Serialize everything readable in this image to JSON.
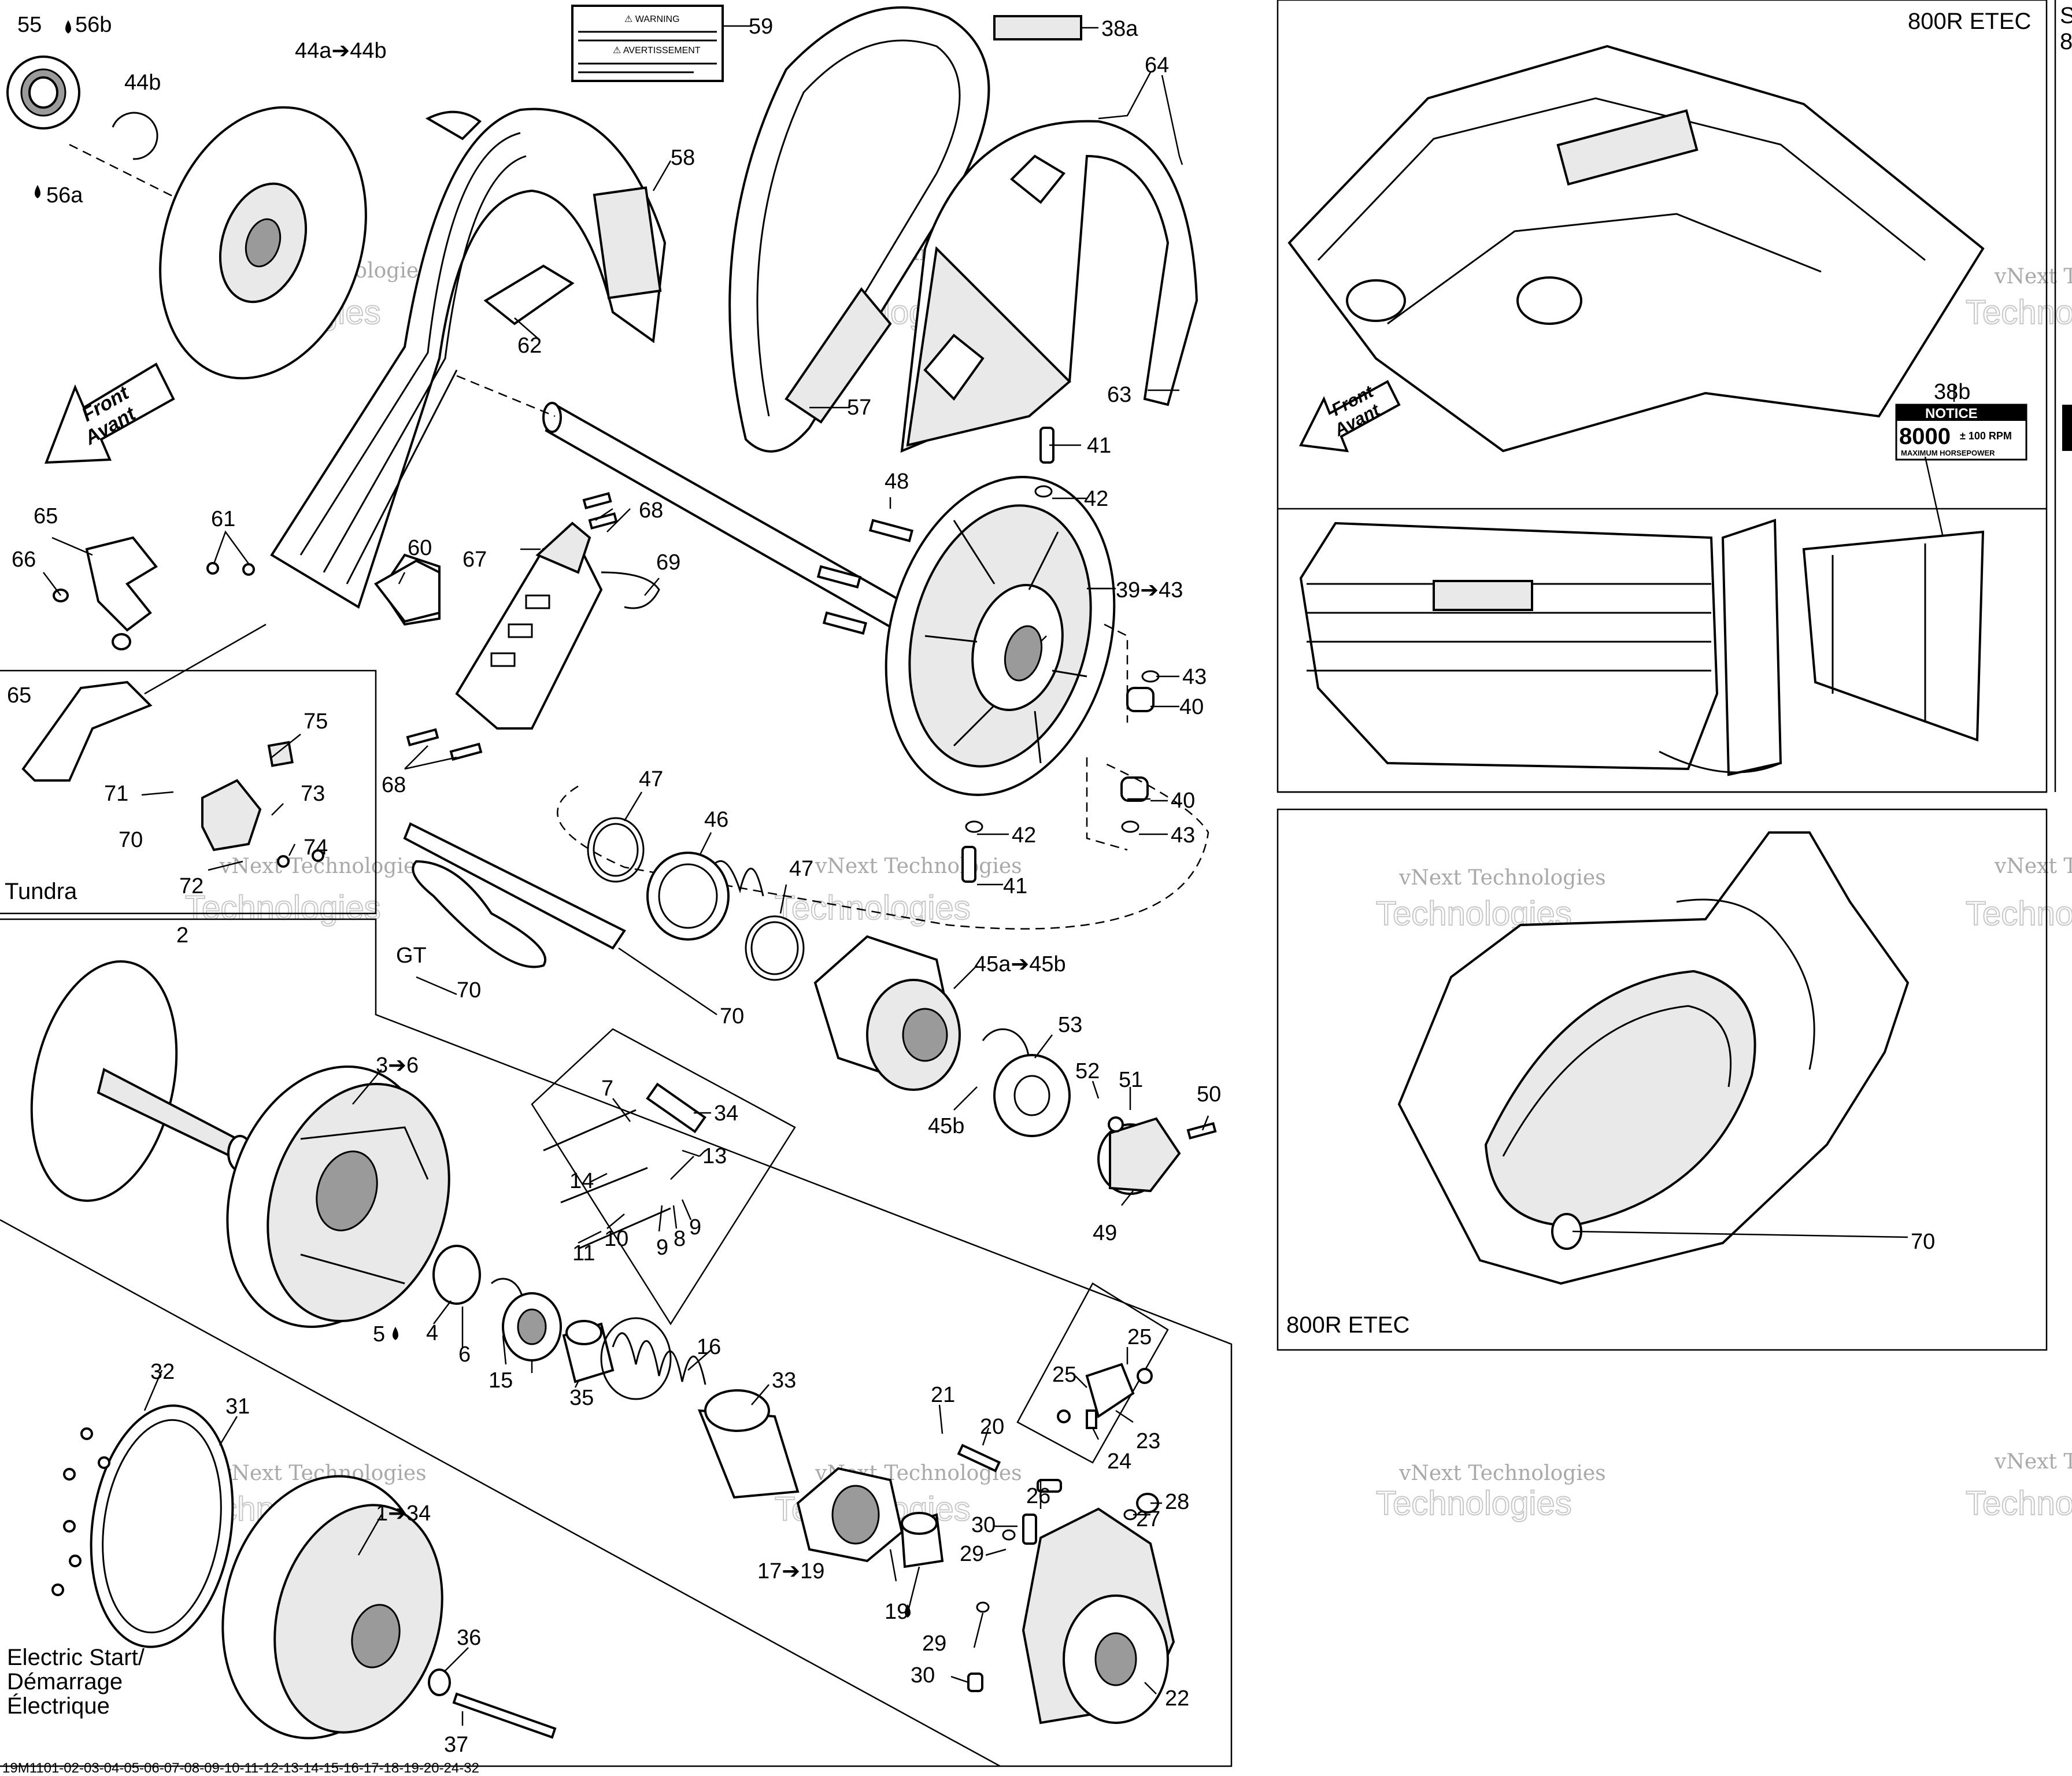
{
  "diagram": {
    "callouts": [
      {
        "id": "c55",
        "text": "55"
      },
      {
        "id": "c56b",
        "text": "56b"
      },
      {
        "id": "c56a",
        "text": "56a"
      },
      {
        "id": "c44a44b",
        "text": "44a➔44b"
      },
      {
        "id": "c44b",
        "text": "44b"
      },
      {
        "id": "c59",
        "text": "59"
      },
      {
        "id": "c38a",
        "text": "38a"
      },
      {
        "id": "c64",
        "text": "64"
      },
      {
        "id": "c58",
        "text": "58"
      },
      {
        "id": "c62",
        "text": "62"
      },
      {
        "id": "c57",
        "text": "57"
      },
      {
        "id": "c63",
        "text": "63"
      },
      {
        "id": "c41a",
        "text": "41"
      },
      {
        "id": "c42a",
        "text": "42"
      },
      {
        "id": "c48",
        "text": "48"
      },
      {
        "id": "c68a",
        "text": "68"
      },
      {
        "id": "c65a",
        "text": "65"
      },
      {
        "id": "c61",
        "text": "61"
      },
      {
        "id": "c60",
        "text": "60"
      },
      {
        "id": "c67",
        "text": "67"
      },
      {
        "id": "c69",
        "text": "69"
      },
      {
        "id": "c66",
        "text": "66"
      },
      {
        "id": "c3943",
        "text": "39➔43"
      },
      {
        "id": "c43a",
        "text": "43"
      },
      {
        "id": "c40a",
        "text": "40"
      },
      {
        "id": "c65b",
        "text": "65"
      },
      {
        "id": "c75",
        "text": "75"
      },
      {
        "id": "c71",
        "text": "71"
      },
      {
        "id": "c73",
        "text": "73"
      },
      {
        "id": "c70a",
        "text": "70"
      },
      {
        "id": "c74",
        "text": "74"
      },
      {
        "id": "c72",
        "text": "72"
      },
      {
        "id": "c68b",
        "text": "68"
      },
      {
        "id": "c47a",
        "text": "47"
      },
      {
        "id": "c46",
        "text": "46"
      },
      {
        "id": "c40b",
        "text": "40"
      },
      {
        "id": "c42b",
        "text": "42"
      },
      {
        "id": "c43b",
        "text": "43"
      },
      {
        "id": "c47b",
        "text": "47"
      },
      {
        "id": "c41b",
        "text": "41"
      },
      {
        "id": "c2",
        "text": "2"
      },
      {
        "id": "cGT",
        "text": "GT"
      },
      {
        "id": "c70b",
        "text": "70"
      },
      {
        "id": "c70c",
        "text": "70"
      },
      {
        "id": "c45a45b",
        "text": "45a➔45b"
      },
      {
        "id": "c53",
        "text": "53"
      },
      {
        "id": "c52",
        "text": "52"
      },
      {
        "id": "c51",
        "text": "51"
      },
      {
        "id": "c50",
        "text": "50"
      },
      {
        "id": "c45b",
        "text": "45b"
      },
      {
        "id": "c36a",
        "text": "3➔6"
      },
      {
        "id": "c7",
        "text": "7"
      },
      {
        "id": "c34a",
        "text": "34"
      },
      {
        "id": "c13",
        "text": "13"
      },
      {
        "id": "c14",
        "text": "14"
      },
      {
        "id": "c10",
        "text": "10"
      },
      {
        "id": "c11",
        "text": "11"
      },
      {
        "id": "c9a",
        "text": "9"
      },
      {
        "id": "c8",
        "text": "8"
      },
      {
        "id": "c9b",
        "text": "9"
      },
      {
        "id": "c49",
        "text": "49"
      },
      {
        "id": "c5",
        "text": "5"
      },
      {
        "id": "c4",
        "text": "4"
      },
      {
        "id": "c6",
        "text": "6"
      },
      {
        "id": "c15",
        "text": "15"
      },
      {
        "id": "c35",
        "text": "35"
      },
      {
        "id": "c16",
        "text": "16"
      },
      {
        "id": "c33",
        "text": "33"
      },
      {
        "id": "c25a",
        "text": "25"
      },
      {
        "id": "c25b",
        "text": "25"
      },
      {
        "id": "c23",
        "text": "23"
      },
      {
        "id": "c24",
        "text": "24"
      },
      {
        "id": "c32",
        "text": "32"
      },
      {
        "id": "c31",
        "text": "31"
      },
      {
        "id": "c21",
        "text": "21"
      },
      {
        "id": "c20",
        "text": "20"
      },
      {
        "id": "c134",
        "text": "1➔34"
      },
      {
        "id": "c26",
        "text": "26"
      },
      {
        "id": "c30a",
        "text": "30"
      },
      {
        "id": "c27",
        "text": "27"
      },
      {
        "id": "c28",
        "text": "28"
      },
      {
        "id": "c29a",
        "text": "29"
      },
      {
        "id": "c1719",
        "text": "17➔19"
      },
      {
        "id": "c19",
        "text": "19"
      },
      {
        "id": "c29b",
        "text": "29"
      },
      {
        "id": "c30b",
        "text": "30"
      },
      {
        "id": "c22",
        "text": "22"
      },
      {
        "id": "c36",
        "text": "36"
      },
      {
        "id": "c37",
        "text": "37"
      },
      {
        "id": "c38b",
        "text": "38b"
      },
      {
        "id": "c70d",
        "text": "70"
      }
    ],
    "front_arrow": {
      "line1": "Front",
      "line2": "Avant"
    },
    "inset_tundra": {
      "label": "Tundra"
    },
    "inset_electric_start": {
      "line1": "Electric Start/",
      "line2": "Démarrage",
      "line3": "Électrique"
    },
    "panel_top_right": {
      "label": "800R ETEC",
      "cut_text_1": "S",
      "cut_text_2": "8"
    },
    "panel_guard": {
      "label": "800R ETEC"
    },
    "notice_decal": {
      "title": "NOTICE",
      "value": "8000",
      "tolerance": "± 100 RPM",
      "subtitle": "MAXIMUM HORSEPOWER"
    },
    "warning_decal": {
      "line1": "⚠ WARNING",
      "line2": "⚠ AVERTISSEMENT"
    },
    "watermarks": {
      "company": "vNext Technologies",
      "brand": "Technologies"
    },
    "footer_code": "19M1101-02-03-04-05-06-07-08-09-10-11-12-13-14-15-16-17-18-19-20-24-32"
  }
}
